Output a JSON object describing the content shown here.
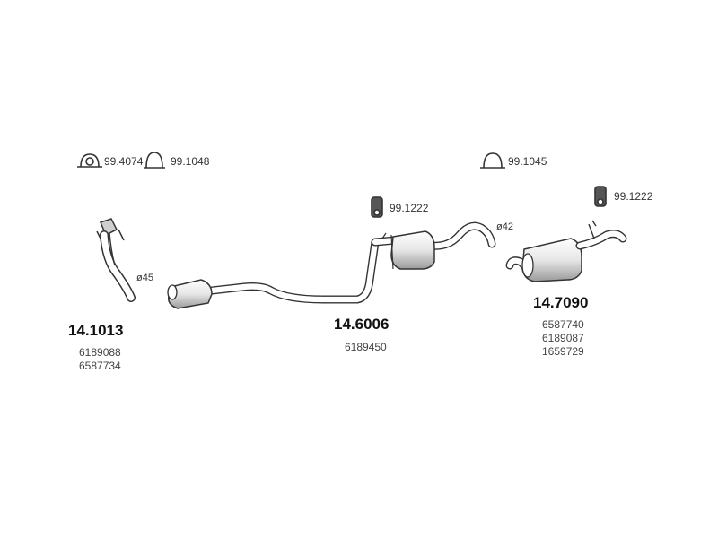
{
  "accessories": {
    "clamp_a": "99.4074",
    "clamp_b": "99.1048",
    "clamp_c": "99.1045",
    "mount_a": "99.1222",
    "mount_b": "99.1222"
  },
  "diameters": {
    "front": "ø45",
    "rear": "ø42"
  },
  "parts": [
    {
      "number": "14.1013",
      "oem": [
        "6189088",
        "6587734"
      ]
    },
    {
      "number": "14.6006",
      "oem": [
        "6189450"
      ]
    },
    {
      "number": "14.7090",
      "oem": [
        "6587740",
        "6189087",
        "1659729"
      ]
    }
  ],
  "colors": {
    "line": "#333333",
    "fill_light": "#f2f2f2",
    "fill_dark": "#bdbdbd"
  }
}
